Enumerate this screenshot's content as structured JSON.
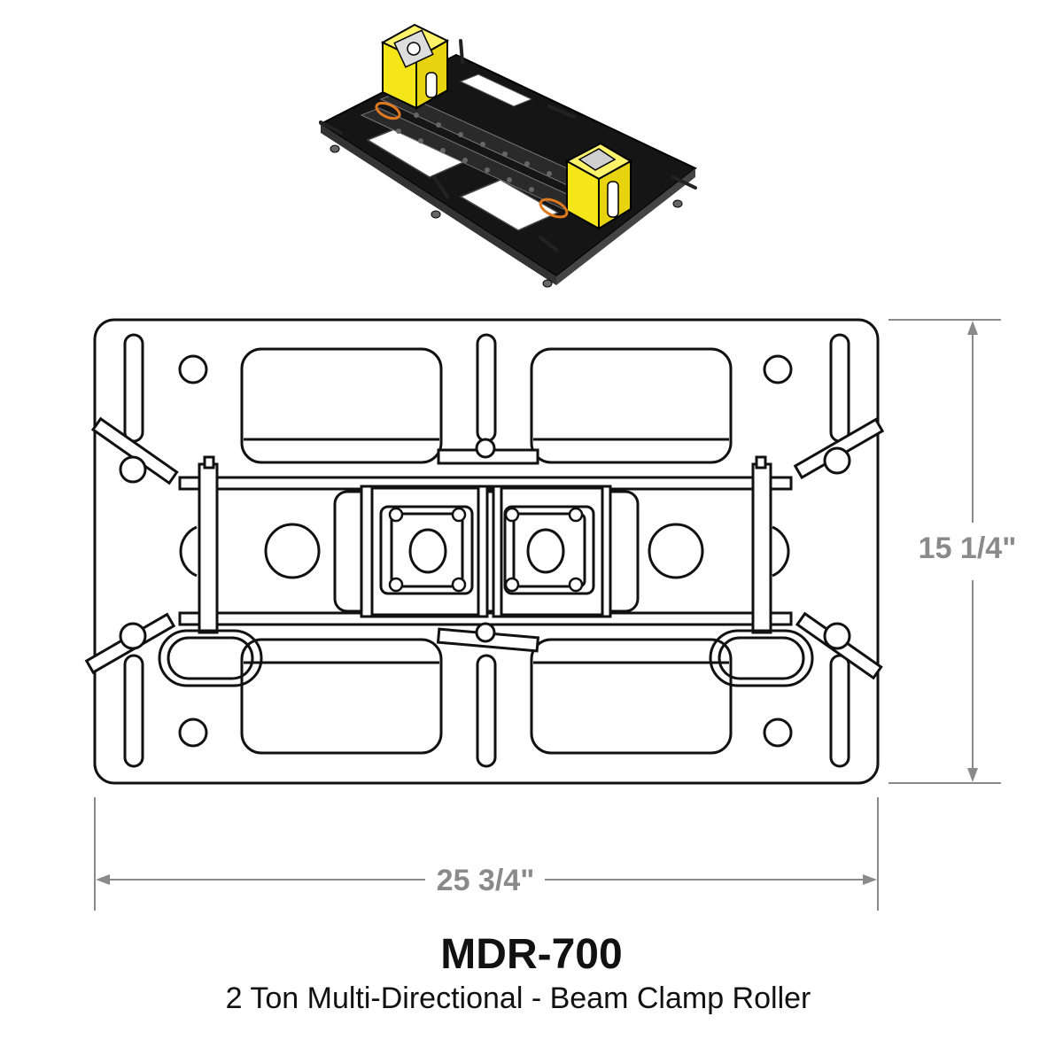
{
  "product": {
    "model": "MDR-700",
    "description": "2 Ton Multi-Directional - Beam Clamp Roller"
  },
  "dimensions": {
    "height_label": "15 1/4\"",
    "width_label": "25 3/4\""
  },
  "colors": {
    "accent_yellow": "#f5e61a",
    "outline": "#111111",
    "dimension_gray": "#8a8a8a",
    "pin_orange": "#e07a1f"
  }
}
